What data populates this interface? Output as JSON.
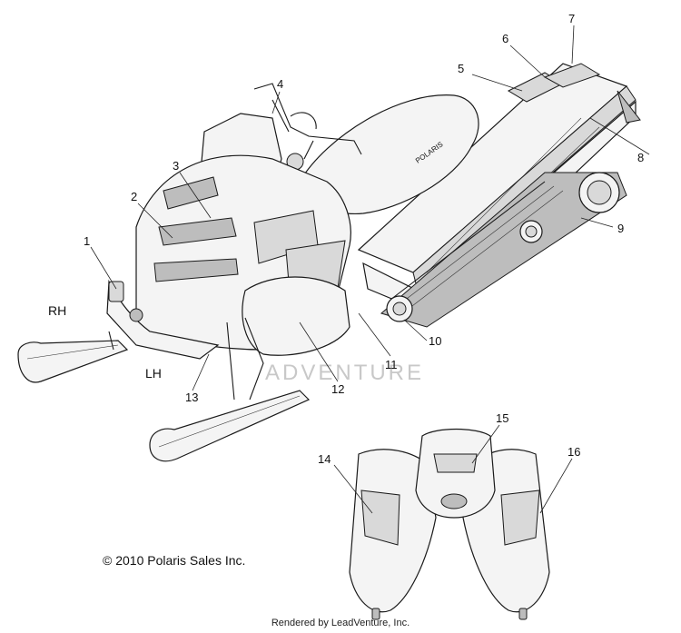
{
  "diagram": {
    "callouts": [
      "1",
      "2",
      "3",
      "4",
      "5",
      "6",
      "7",
      "8",
      "9",
      "10",
      "11",
      "12",
      "13",
      "14",
      "15",
      "16"
    ],
    "side_labels": {
      "rh": "RH",
      "lh": "LH"
    },
    "seat_brand": "POLARIS",
    "watermark": "ADVENTURE",
    "copyright": "© 2010 Polaris Sales Inc.",
    "rendered_by": "Rendered by LeadVenture, Inc."
  }
}
